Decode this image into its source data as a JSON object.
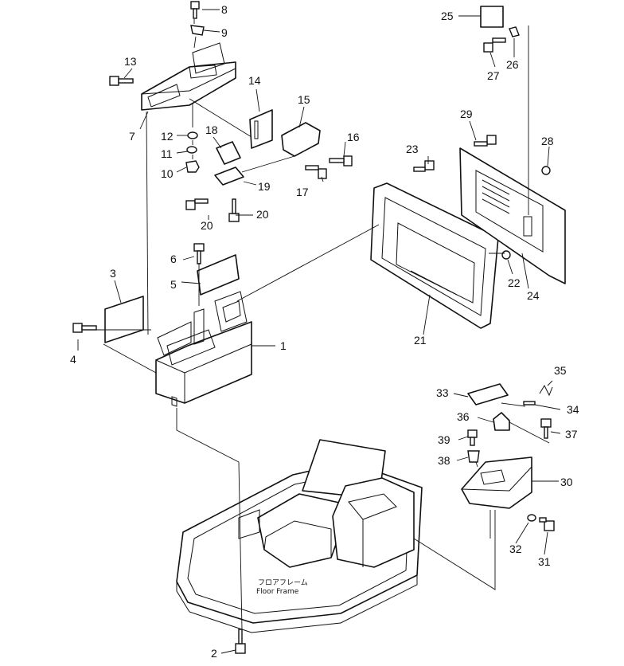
{
  "labels": {
    "p1": "1",
    "p2": "2",
    "p3": "3",
    "p4": "4",
    "p5": "5",
    "p6": "6",
    "p7": "7",
    "p8": "8",
    "p9": "9",
    "p10": "10",
    "p11": "11",
    "p12": "12",
    "p13": "13",
    "p14": "14",
    "p15": "15",
    "p16": "16",
    "p17": "17",
    "p18": "18",
    "p19": "19",
    "p20a": "20",
    "p20b": "20",
    "p21": "21",
    "p22": "22",
    "p23": "23",
    "p24": "24",
    "p25": "25",
    "p26": "26",
    "p27": "27",
    "p28": "28",
    "p29": "29",
    "p30": "30",
    "p31": "31",
    "p32": "32",
    "p33": "33",
    "p34": "34",
    "p35": "35",
    "p36": "36",
    "p37": "37",
    "p38": "38",
    "p39": "39"
  },
  "floor_frame": {
    "jp": "フロアフレーム",
    "en": "Floor  Frame"
  }
}
